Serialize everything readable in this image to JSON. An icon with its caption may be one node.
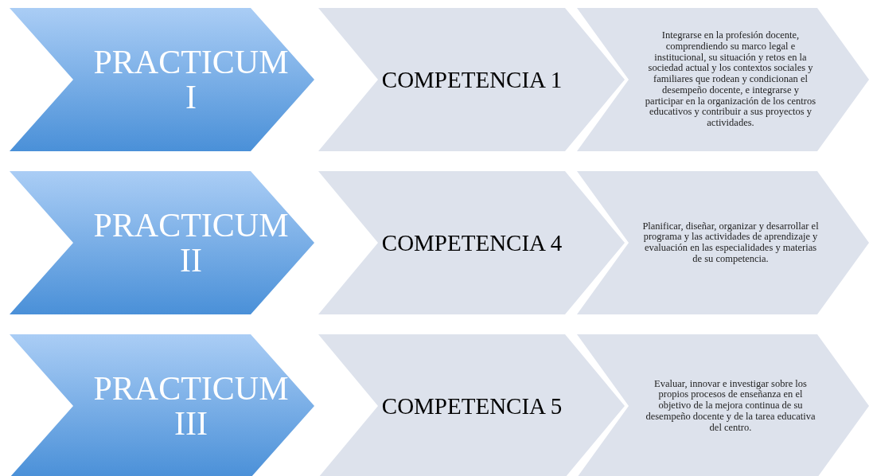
{
  "diagram": {
    "nodes": [
      {
        "text": [
          "PRACTICUM I"
        ]
      },
      {
        "text": [
          "COMPETENCIA 1"
        ]
      },
      {
        "text": [
          "Integrarse en la profesión docente, comprendiendo su marco legal e institucional, su situación y retos en la sociedad actual y los contextos sociales y familiares que rodean y condicionan el desempeño docente, e integrarse y participar en la organización de los centros educativos y contribuir a sus proyectos y actividades."
        ]
      },
      {
        "text": [
          "PRACTICUM II"
        ]
      },
      {
        "text": [
          "COMPETENCIA 4"
        ]
      },
      {
        "text": [
          "Planificar, diseñar, organizar y desarrollar el programa y las actividades de aprendizaje y evaluación en las especialidades y materias de su competencia."
        ]
      },
      {
        "text": [
          "PRACTICUM III"
        ]
      },
      {
        "text": [
          "COMPETENCIA 5"
        ]
      },
      {
        "text": [
          "Evaluar, innovar e investigar sobre los propios procesos de enseñanza en el objetivo de la mejora continua de su desempeño docente y de la tarea educativa del centro."
        ]
      }
    ],
    "edges": []
  }
}
